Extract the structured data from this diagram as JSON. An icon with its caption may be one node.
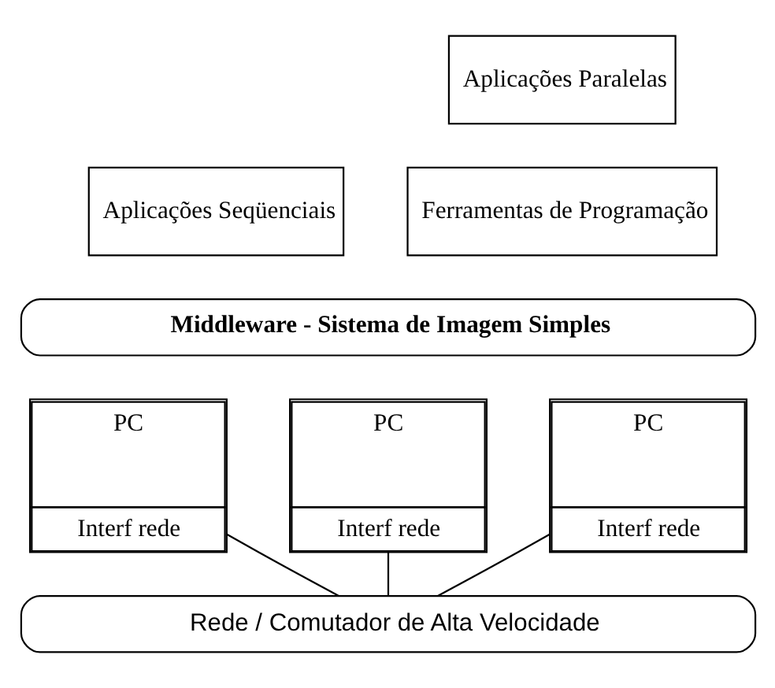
{
  "diagram": {
    "nodes": [
      {
        "text": [
          "Aplicações Paralelas"
        ]
      },
      {
        "text": [
          "Aplicações Seqüenciais"
        ]
      },
      {
        "text": [
          "Ferramentas de Programação"
        ]
      },
      {
        "text": [
          "Middleware - Sistema de Imagem Simples"
        ]
      },
      {
        "text": [
          "PC",
          "Interf rede"
        ]
      },
      {
        "text": [
          "PC",
          "Interf rede"
        ]
      },
      {
        "text": [
          "PC",
          "Interf rede"
        ]
      },
      {
        "text": [
          "Rede / Comutador de Alta Velocidade"
        ]
      }
    ],
    "edges": [
      {
        "from": 4,
        "to": 7,
        "arrow": "none"
      },
      {
        "from": 5,
        "to": 7,
        "arrow": "none"
      },
      {
        "from": 6,
        "to": 7,
        "arrow": "none"
      }
    ]
  }
}
